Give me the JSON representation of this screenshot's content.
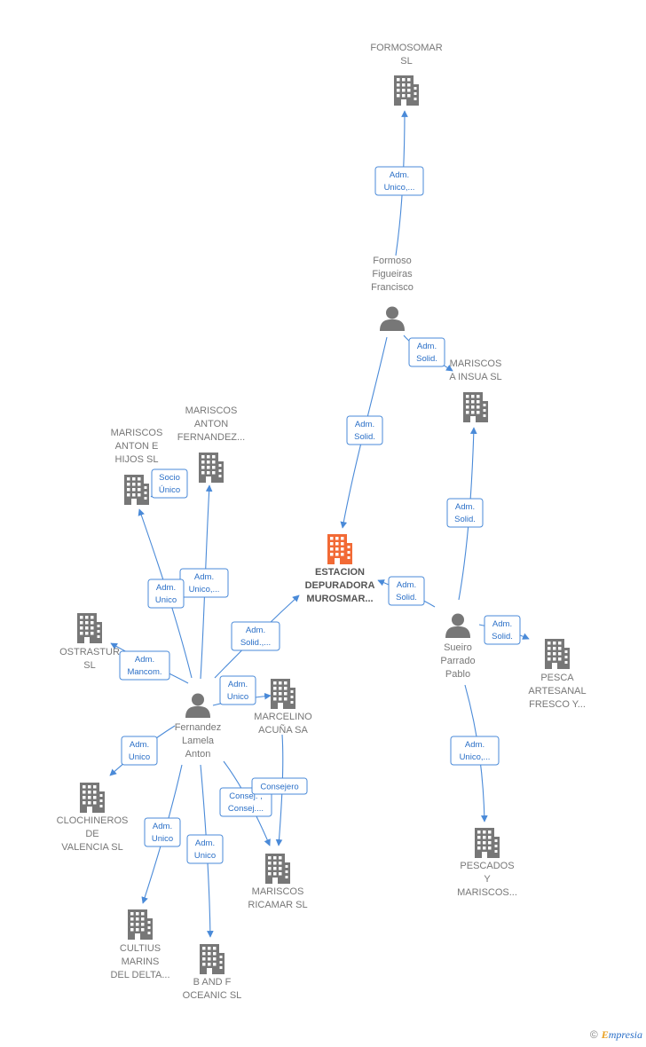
{
  "diagram": {
    "nodes": [
      {
        "id": "formosomar",
        "type": "company",
        "label": [
          "FORMOSOMAR",
          "SL"
        ]
      },
      {
        "id": "formoso",
        "type": "person",
        "label": [
          "Formoso",
          "Figueiras",
          "Francisco"
        ]
      },
      {
        "id": "mariscos_insua",
        "type": "company",
        "label": [
          "MARISCOS",
          "A INSUA  SL"
        ]
      },
      {
        "id": "estacion",
        "type": "company",
        "main": true,
        "label": [
          "ESTACION",
          "DEPURADORA",
          "MUROSMAR..."
        ]
      },
      {
        "id": "mariscos_anton_fernandez",
        "type": "company",
        "label": [
          "MARISCOS",
          "ANTON",
          "FERNANDEZ..."
        ]
      },
      {
        "id": "mariscos_anton_hijos",
        "type": "company",
        "label": [
          "MARISCOS",
          "ANTON E",
          "HIJOS  SL"
        ]
      },
      {
        "id": "ostrastur",
        "type": "company",
        "label": [
          "OSTRASTUR",
          "SL"
        ]
      },
      {
        "id": "sueiro",
        "type": "person",
        "label": [
          "Sueiro",
          "Parrado",
          "Pablo"
        ]
      },
      {
        "id": "pesca_artesanal",
        "type": "company",
        "label": [
          "PESCA",
          "ARTESANAL",
          "FRESCO Y..."
        ]
      },
      {
        "id": "fernandez",
        "type": "person",
        "label": [
          "Fernandez",
          "Lamela",
          "Anton"
        ]
      },
      {
        "id": "marcelino",
        "type": "company",
        "label": [
          "MARCELINO",
          "ACUÑA SA"
        ]
      },
      {
        "id": "clochineros",
        "type": "company",
        "label": [
          "CLOCHINEROS",
          "DE",
          "VALENCIA  SL"
        ]
      },
      {
        "id": "mariscos_ricamar",
        "type": "company",
        "label": [
          "MARISCOS",
          "RICAMAR SL"
        ]
      },
      {
        "id": "cultius",
        "type": "company",
        "label": [
          "CULTIUS",
          "MARINS",
          "DEL DELTA..."
        ]
      },
      {
        "id": "b_and_f",
        "type": "company",
        "label": [
          "B AND F",
          "OCEANIC  SL"
        ]
      },
      {
        "id": "pescados",
        "type": "company",
        "label": [
          "PESCADOS",
          "Y",
          "MARISCOS..."
        ]
      }
    ],
    "edges": [
      {
        "id": "e1",
        "from": "formoso",
        "to": "formosomar",
        "label": [
          "Adm.",
          "Unico,..."
        ]
      },
      {
        "id": "e2",
        "from": "formoso",
        "to": "estacion",
        "label": [
          "Adm.",
          "Solid."
        ]
      },
      {
        "id": "e3",
        "from": "formoso",
        "to": "mariscos_insua",
        "label": [
          "Adm.",
          "Solid."
        ]
      },
      {
        "id": "e4",
        "from": "sueiro",
        "to": "mariscos_insua",
        "label": [
          "Adm.",
          "Solid."
        ]
      },
      {
        "id": "e5",
        "from": "sueiro",
        "to": "estacion",
        "label": [
          "Adm.",
          "Solid."
        ]
      },
      {
        "id": "e6",
        "from": "sueiro",
        "to": "pesca_artesanal",
        "label": [
          "Adm.",
          "Solid."
        ]
      },
      {
        "id": "e7",
        "from": "sueiro",
        "to": "pescados",
        "label": [
          "Adm.",
          "Unico,..."
        ]
      },
      {
        "id": "e8",
        "from": "fernandez",
        "to": "estacion",
        "label": [
          "Adm.",
          "Solid.,..."
        ]
      },
      {
        "id": "e9",
        "from": "fernandez",
        "to": "mariscos_anton_fernandez",
        "label": [
          "Adm.",
          "Unico,..."
        ]
      },
      {
        "id": "e10",
        "from": "fernandez",
        "to": "mariscos_anton_hijos",
        "label": [
          "Adm.",
          "Unico"
        ]
      },
      {
        "id": "e11",
        "from": "fernandez",
        "to": "mariscos_anton_hijos",
        "label": [
          "Socio",
          "Único"
        ]
      },
      {
        "id": "e12",
        "from": "fernandez",
        "to": "ostrastur",
        "label": [
          "Adm.",
          "Mancom."
        ]
      },
      {
        "id": "e13",
        "from": "fernandez",
        "to": "marcelino",
        "label": [
          "Adm.",
          "Unico"
        ]
      },
      {
        "id": "e14",
        "from": "fernandez",
        "to": "clochineros",
        "label": [
          "Adm.",
          "Unico"
        ]
      },
      {
        "id": "e15",
        "from": "fernandez",
        "to": "mariscos_ricamar",
        "label": [
          "Consej. ,",
          "Consej...."
        ]
      },
      {
        "id": "e16",
        "from": "marcelino",
        "to": "mariscos_ricamar",
        "label": [
          "Consejero"
        ]
      },
      {
        "id": "e17",
        "from": "fernandez",
        "to": "cultius",
        "label": [
          "Adm.",
          "Unico"
        ]
      },
      {
        "id": "e18",
        "from": "fernandez",
        "to": "b_and_f",
        "label": [
          "Adm.",
          "Unico"
        ]
      }
    ]
  },
  "colors": {
    "edge": "#4a8ad8",
    "edge_text": "#2a6fc7",
    "company_icon": "#777777",
    "main_company_icon": "#f26a35",
    "person_icon": "#777777",
    "label": "#777777"
  },
  "footer": {
    "copyright": "©",
    "brand_initial": "E",
    "brand_rest": "mpresia"
  }
}
